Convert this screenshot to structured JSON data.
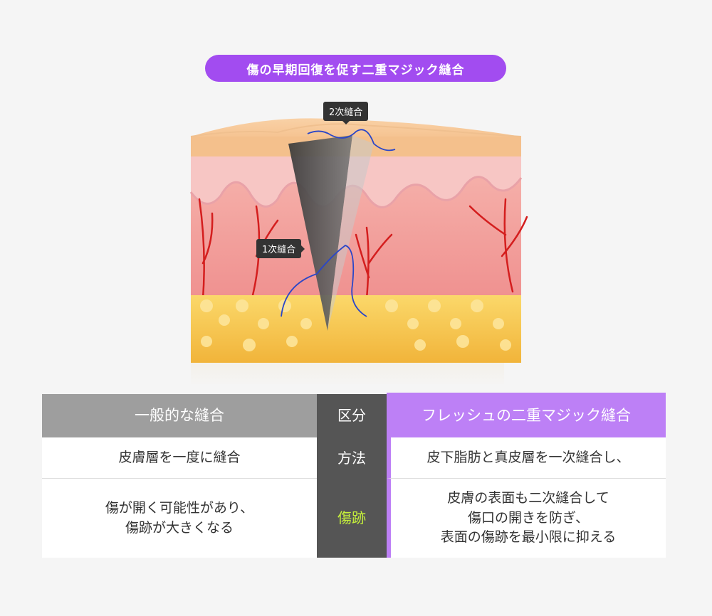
{
  "title": "傷の早期回復を促す二重マジック縫合",
  "diagram": {
    "callout_top": "2次縫合",
    "callout_mid": "1次縫合"
  },
  "table": {
    "header": {
      "left": "一般的な縫合",
      "mid": "区分",
      "right": "フレッシュの二重マジック縫合"
    },
    "rows": [
      {
        "left": "皮膚層を一度に縫合",
        "mid": "方法",
        "right": "皮下脂肪と真皮層を一次縫合し、"
      },
      {
        "left_lines": [
          "傷が開く可能性があり、",
          "傷跡が大きくなる"
        ],
        "mid": "傷跡",
        "right_lines": [
          "皮膚の表面も二次縫合して",
          "傷口の開きを防ぎ、",
          "表面の傷跡を最小限に抑える"
        ]
      }
    ]
  },
  "colors": {
    "accent": "#a24cf0",
    "accent_light": "#bd80f6",
    "gray": "#9e9e9e",
    "dark": "#555555",
    "highlight": "#c6f13b"
  }
}
